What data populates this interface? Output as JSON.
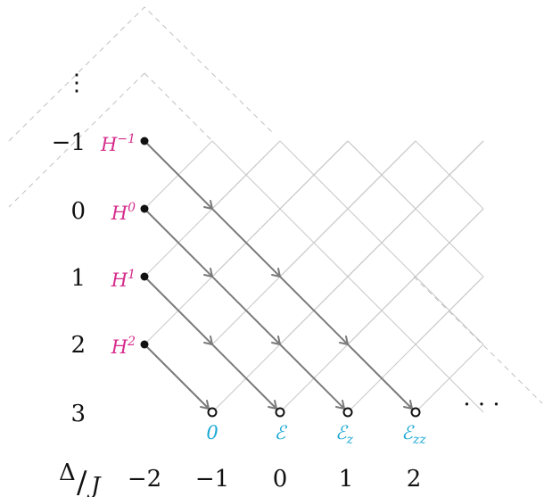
{
  "row_labels": [
    "⋮",
    "−1",
    "0",
    "1",
    "2",
    "3"
  ],
  "row_values": [
    -1,
    0,
    1,
    2,
    3
  ],
  "column_labels": [
    "−2",
    "−1",
    "0",
    "1",
    "2"
  ],
  "h_labels": [
    {
      "base": "H",
      "sup": "−1"
    },
    {
      "base": "H",
      "sup": "0"
    },
    {
      "base": "H",
      "sup": "1"
    },
    {
      "base": "H",
      "sup": "2"
    }
  ],
  "endpoint_labels": [
    {
      "base": "0",
      "sub": ""
    },
    {
      "base": "ℰ",
      "sub": ""
    },
    {
      "base": "ℰ",
      "sub": "z"
    },
    {
      "base": "ℰ",
      "sub": "zz"
    }
  ],
  "ellipsis": "· · ·",
  "axis_label": {
    "top": "Δ",
    "slash": "/",
    "bottom": "J"
  },
  "colors": {
    "magenta": "#d62b8c",
    "cyan": "#1aa8d4",
    "arrow": "#7a7a7a",
    "grid": "#c8c8c8",
    "dashed": "#c0c0c0",
    "text": "#111111"
  }
}
